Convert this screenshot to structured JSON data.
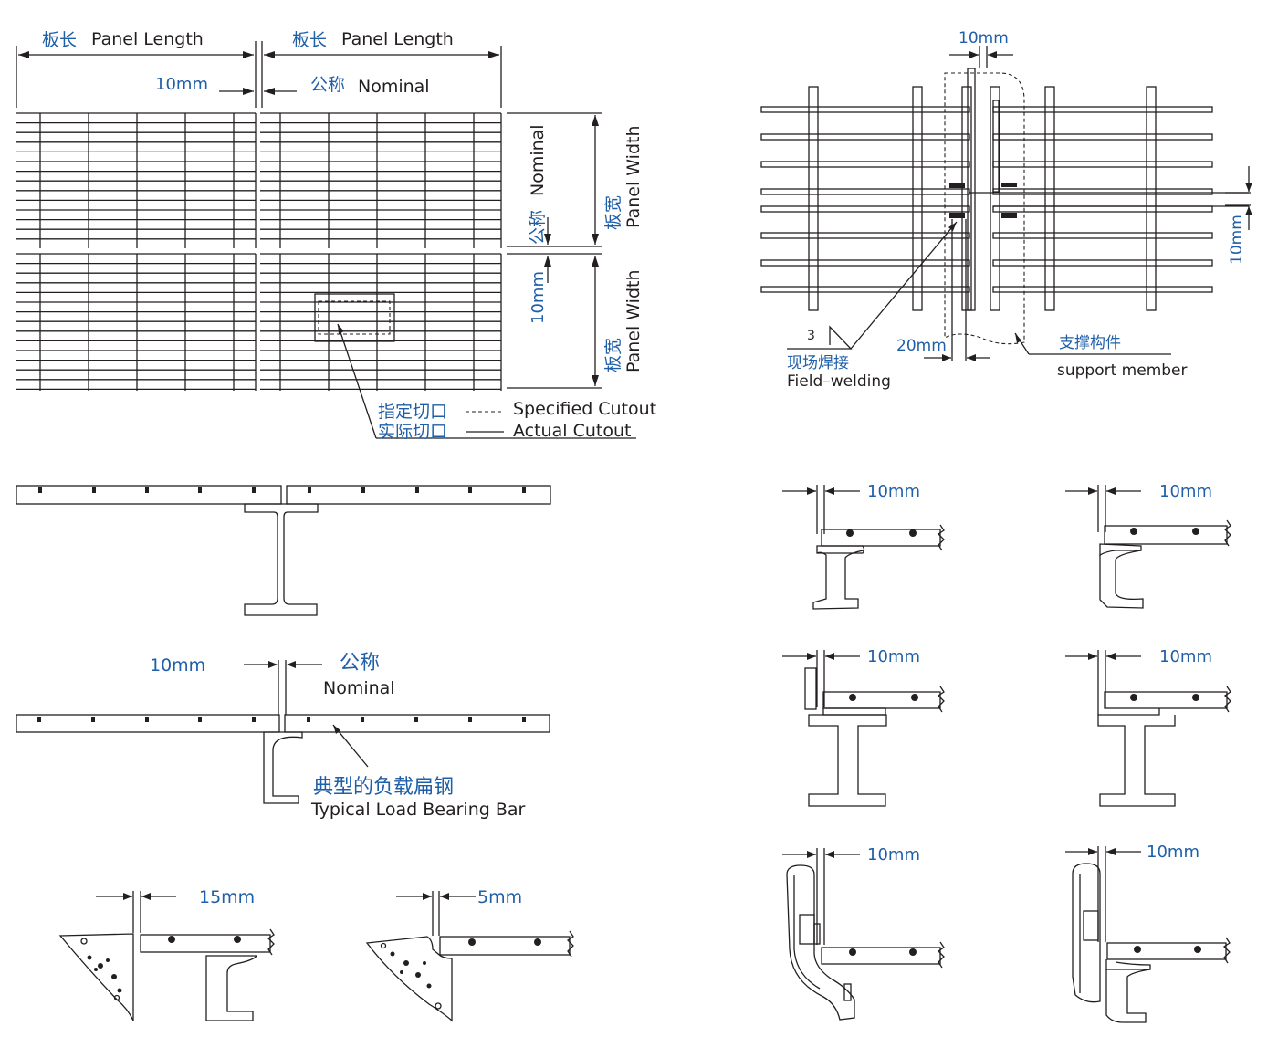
{
  "labels": {
    "panel_length_cn": "板长",
    "panel_length_en": "Panel Length",
    "nominal_cn": "公称",
    "nominal_en": "Nominal",
    "gap_10mm": "10mm",
    "panel_width_cn": "板宽",
    "panel_width_en": "Panel Width",
    "specified_cutout_cn": "指定切口",
    "specified_cutout_en": "Specified Cutout",
    "actual_cutout_cn": "实际切口",
    "actual_cutout_en": "Actual Cutout",
    "field_welding_cn": "现场焊接",
    "field_welding_en": "Field–welding",
    "weld_size": "3",
    "gap_20mm": "20mm",
    "support_member_cn": "支撑构件",
    "support_member_en": "support member",
    "load_bar_cn": "典型的负载扁钢",
    "load_bar_en": "Typical Load Bearing Bar",
    "gap_15mm": "15mm",
    "gap_5mm": "5mm"
  },
  "colors": {
    "line": "#231f20",
    "blue_text": "#1f5fa8",
    "background": "#ffffff"
  }
}
